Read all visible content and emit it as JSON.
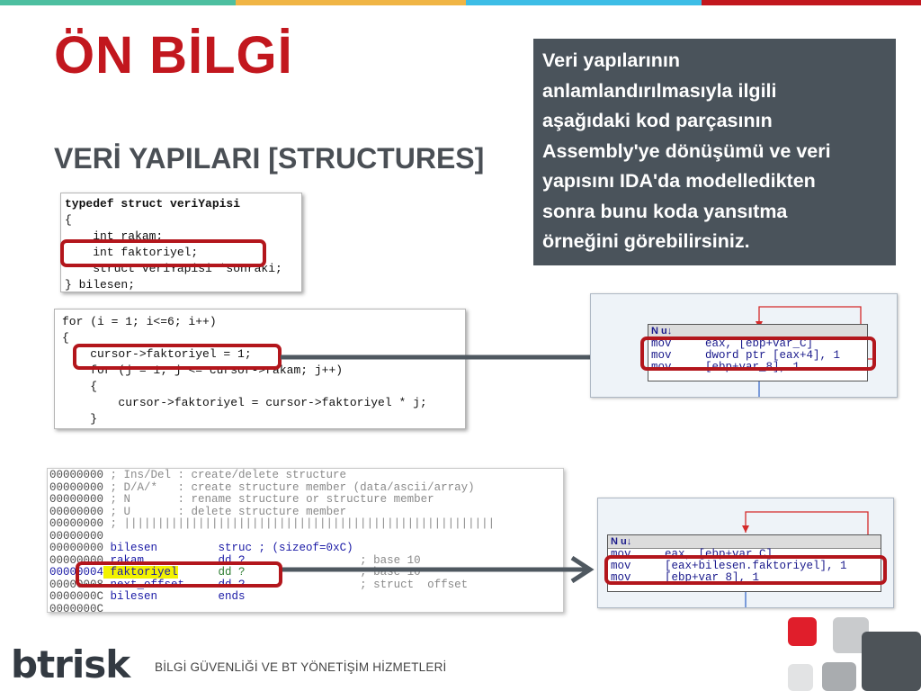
{
  "colors": {
    "accent_red": "#c2171e",
    "box_gray": "#4a535b",
    "top_stripes": [
      "#4dbfa0",
      "#f0b545",
      "#3dbde6",
      "#c2171e"
    ]
  },
  "slide": {
    "title": "ÖN BİLGİ",
    "subtitle": "VERİ YAPILARI [STRUCTURES]",
    "info_lines": [
      "Veri yapılarının",
      "anlamlandırılmasıyla ilgili",
      "aşağıdaki kod parçasının",
      "Assembly'ye dönüşümü ve veri",
      "yapısını IDA'da modelledikten",
      "sonra bunu koda yansıtma",
      "örneğini görebilirsiniz."
    ]
  },
  "code_struct": [
    "typedef struct veriYapisi",
    "{",
    "    int rakam;",
    "    int faktoriyel;",
    "    struct veriYapisi *sonraki;",
    "} bilesen;"
  ],
  "code_loop": [
    "for (i = 1; i<=6; i++)",
    "{",
    "    cursor->faktoriyel = 1;",
    "    for (j = 1; j <= cursor->rakam; j++)",
    "    {",
    "        cursor->faktoriyel = cursor->faktoriyel * j;",
    "    }"
  ],
  "ida_struct": {
    "rows": [
      {
        "addr": "00000000",
        "a": " ; Ins/Del",
        "b": " : create/delete structure",
        "c": ""
      },
      {
        "addr": "00000000",
        "a": " ; D/A/*",
        "b": "   : create structure member (data/ascii/array)",
        "c": ""
      },
      {
        "addr": "00000000",
        "a": " ; N",
        "b": "       : rename structure or structure member",
        "c": ""
      },
      {
        "addr": "00000000",
        "a": " ; U",
        "b": "       : delete structure member",
        "c": ""
      },
      {
        "addr": "00000000",
        "a": " ; |||||||||||||||||||||||||||||||||||||||||||||||||||||||",
        "b": "",
        "c": ""
      },
      {
        "addr": "00000000",
        "a": "",
        "b": "",
        "c": ""
      },
      {
        "addr": "00000000",
        "a": " bilesen",
        "b": "         struc ; (sizeof=0xC)",
        "c": ""
      },
      {
        "addr": "00000000",
        "a": " rakam",
        "b": "           dd ?",
        "c": "                 ; base 10"
      },
      {
        "addr": "00000004",
        "a": " faktoriyel",
        "b": "      dd ?",
        "c": "                 ; base 10"
      },
      {
        "addr": "00000008",
        "a": " next_offset",
        "b": "     dd ?",
        "c": "                 ; struct  offset"
      },
      {
        "addr": "0000000C",
        "a": " bilesen",
        "b": "         ends",
        "c": ""
      },
      {
        "addr": "0000000C",
        "a": "",
        "b": "",
        "c": ""
      }
    ]
  },
  "ida_graph_1": {
    "header": "N u↓",
    "lines": [
      "mov     eax, [ebp+var_C]",
      "mov     dword ptr [eax+4], 1",
      "mov     [ebp+var_8], 1"
    ]
  },
  "ida_graph_2": {
    "header": "N u↓",
    "lines": [
      "mov     eax, [ebp+var_C]",
      "mov     [eax+bilesen.faktoriyel], 1",
      "mov     [ebp+var_8], 1"
    ]
  },
  "footer": {
    "logo": "btrisk",
    "tagline": "BİLGİ GÜVENLİĞİ VE BT YÖNETİŞİM HİZMETLERİ"
  }
}
